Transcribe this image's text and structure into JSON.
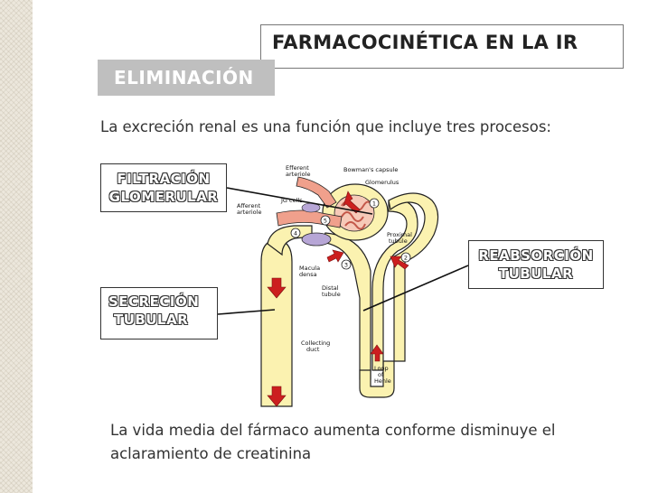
{
  "title": "FARMACOCINÉTICA EN LA IR",
  "section_tag": "ELIMINACIÓN",
  "intro_text": "La excreción renal es una función que incluye tres procesos:",
  "labels": {
    "filtration_line1": "FILTRACIÓN",
    "filtration_line2": "GLOMERULAR",
    "reabsorption_line1": "REABSORCIÓN",
    "reabsorption_line2": "TUBULAR",
    "secretion_line1": "SECRECIÓN",
    "secretion_line2": "TUBULAR"
  },
  "diagram_labels": {
    "bowmans_capsule": "Bowman's capsule",
    "efferent_arteriole_1": "Efferent",
    "efferent_arteriole_2": "arteriole",
    "glomerulus": "Glomerulus",
    "jg_cells": "JG cells",
    "afferent_arteriole_1": "Afferent",
    "afferent_arteriole_2": "arteriole",
    "proximal_tubule_1": "Proximal",
    "proximal_tubule_2": "tubule",
    "macula_densa_1": "Macula",
    "macula_densa_2": "densa",
    "distal_tubule_1": "Distal",
    "distal_tubule_2": "tubule",
    "collecting_duct_1": "Collecting",
    "collecting_duct_2": "duct",
    "loop_of_henle_1": "Loop",
    "loop_of_henle_2": "of",
    "loop_of_henle_3": "Henle",
    "num_1": "1",
    "num_2": "2",
    "num_3": "3",
    "num_4": "4",
    "num_5": "5"
  },
  "bottom_text_line1": "La vida media del fármaco aumenta conforme disminuye el",
  "bottom_text_line2": "aclaramiento de creatinina",
  "colors": {
    "tubule_fill": "#fbf2b0",
    "tubule_stroke": "#222222",
    "arrow_red": "#cc1f1f",
    "arteriole_pink": "#f0a08c",
    "macula_purple": "#b7a6d6",
    "tag_gray": "#bfbfbf"
  }
}
